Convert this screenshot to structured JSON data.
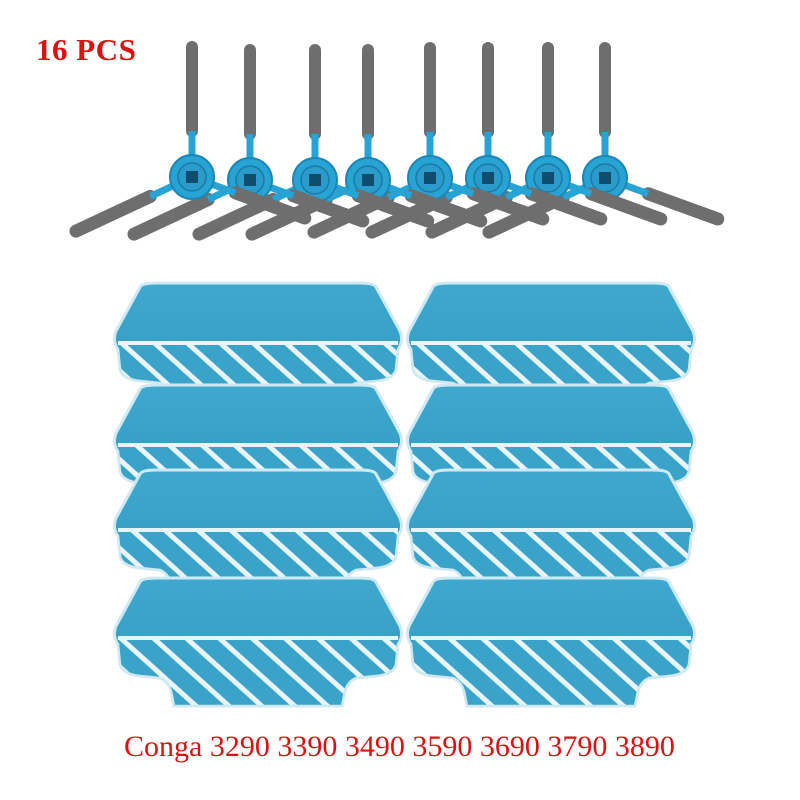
{
  "product": {
    "quantity_label": "16 PCS",
    "models_label": "Conga 3290 3390 3490 3590 3690 3790 3890",
    "side_brush_count": 8,
    "mop_pad_count": 8
  },
  "colors": {
    "label_red": "#e01010",
    "brush_hub_blue": "#27a3d4",
    "brush_bristle_gray": "#6e6e6e",
    "mop_cloth_blue": "#3ea7cc",
    "mop_stripe_white": "#eaf6fa"
  }
}
